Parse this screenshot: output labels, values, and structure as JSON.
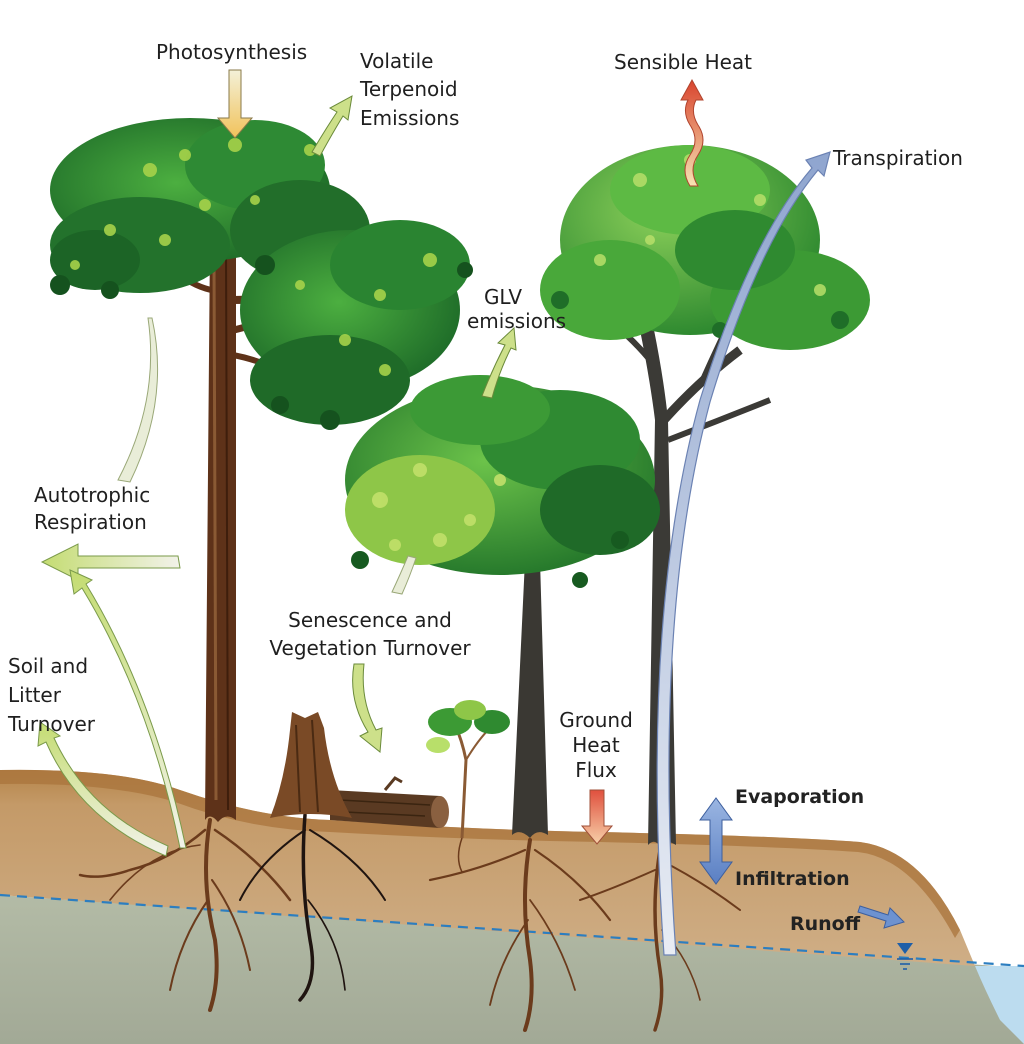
{
  "labels": {
    "photosynthesis": "Photosynthesis",
    "volatile": "Volatile",
    "terpenoid": "Terpenoid",
    "emissions": "Emissions",
    "sensible_heat": "Sensible Heat",
    "transpiration": "Transpiration",
    "glv": "GLV",
    "glv_emissions": "emissions",
    "autotrophic": "Autotrophic",
    "respiration": "Respiration",
    "senescence": "Senescence and",
    "veg_turnover": "Vegetation Turnover",
    "soil_and": "Soil and",
    "litter": "Litter",
    "turnover": "Turnover",
    "ground": "Ground",
    "heat": "Heat",
    "flux": "Flux",
    "evaporation": "Evaporation",
    "infiltration": "Infiltration",
    "runoff": "Runoff"
  },
  "colors": {
    "canopy_dark": "#1f6e2a",
    "canopy_mid": "#3d9c3a",
    "canopy_light": "#9ccc3c",
    "trunk_brown": "#6b3b1c",
    "trunk_gray": "#3c3a36",
    "soil_top": "#b9884e",
    "soil_bottom": "#c8a277",
    "groundwater": "#a7b29c",
    "water_line": "#2c7ec0",
    "arrow_green": "#cde08a",
    "arrow_blue": "#8da8d6",
    "arrow_red": "#e05a3a"
  }
}
